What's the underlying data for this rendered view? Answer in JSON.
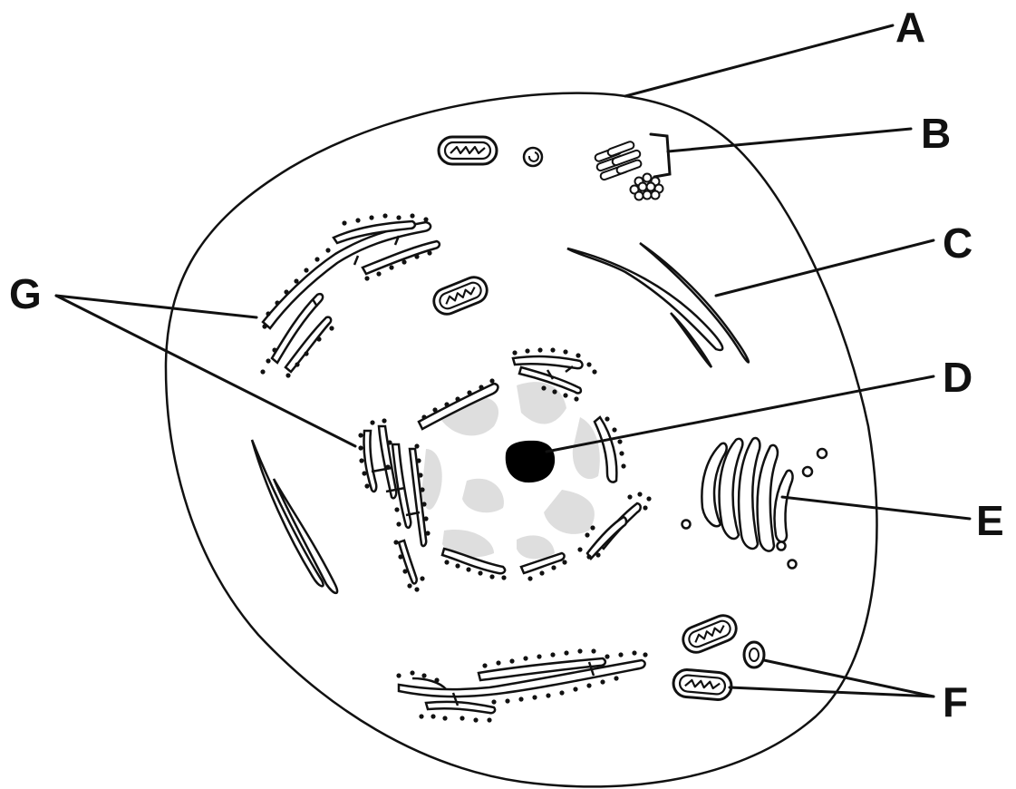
{
  "diagram": {
    "labels": [
      {
        "id": "A",
        "text": "A"
      },
      {
        "id": "B",
        "text": "B"
      },
      {
        "id": "C",
        "text": "C"
      },
      {
        "id": "D",
        "text": "D"
      },
      {
        "id": "E",
        "text": "E"
      },
      {
        "id": "F",
        "text": "F"
      },
      {
        "id": "G",
        "text": "G"
      }
    ]
  },
  "colors": {
    "stroke": "#111111",
    "nucleoplasm_shade": "#dedede",
    "nucleolus": "#000000",
    "background": "#ffffff"
  }
}
